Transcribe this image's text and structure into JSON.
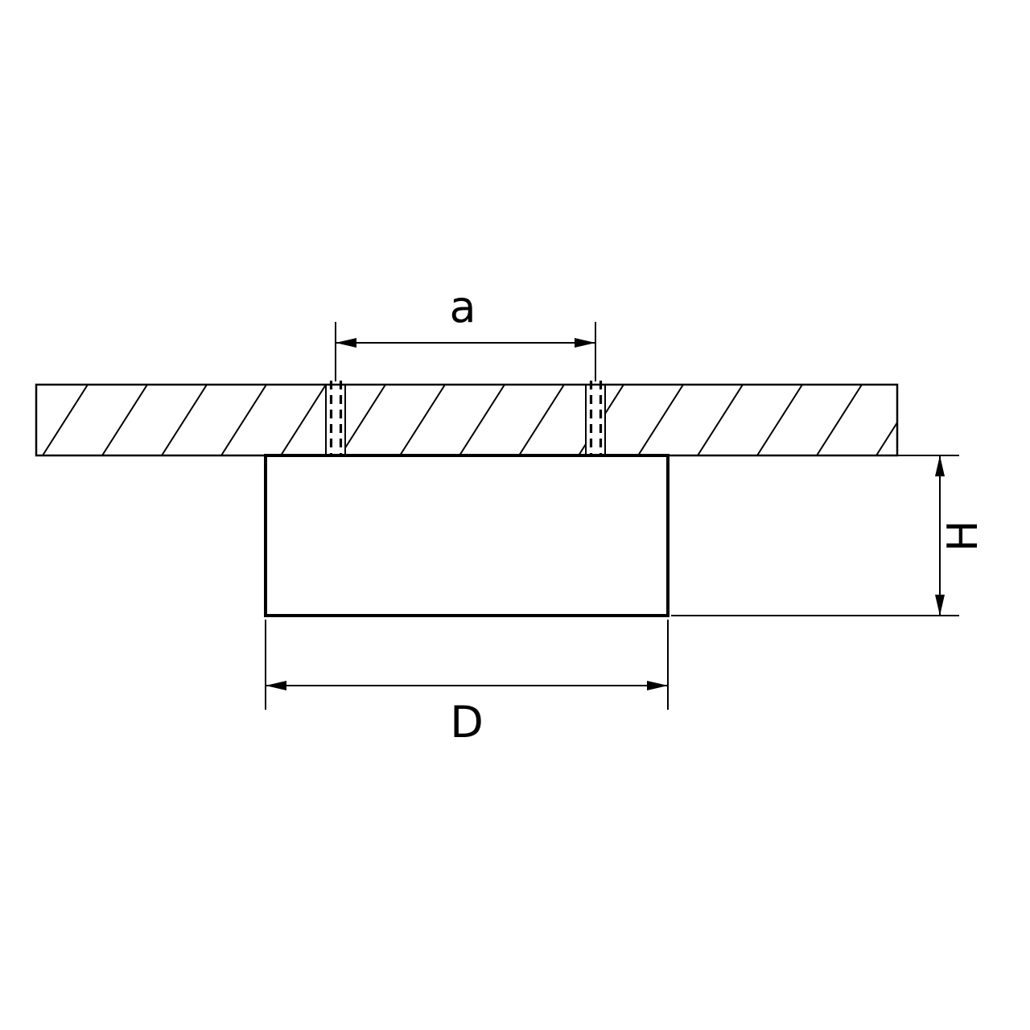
{
  "diagram": {
    "type": "technical-dimension-drawing",
    "labels": {
      "cutout_distance": "a",
      "diameter": "D",
      "height": "H"
    },
    "colors": {
      "line": "#000000",
      "background": "#ffffff"
    }
  }
}
